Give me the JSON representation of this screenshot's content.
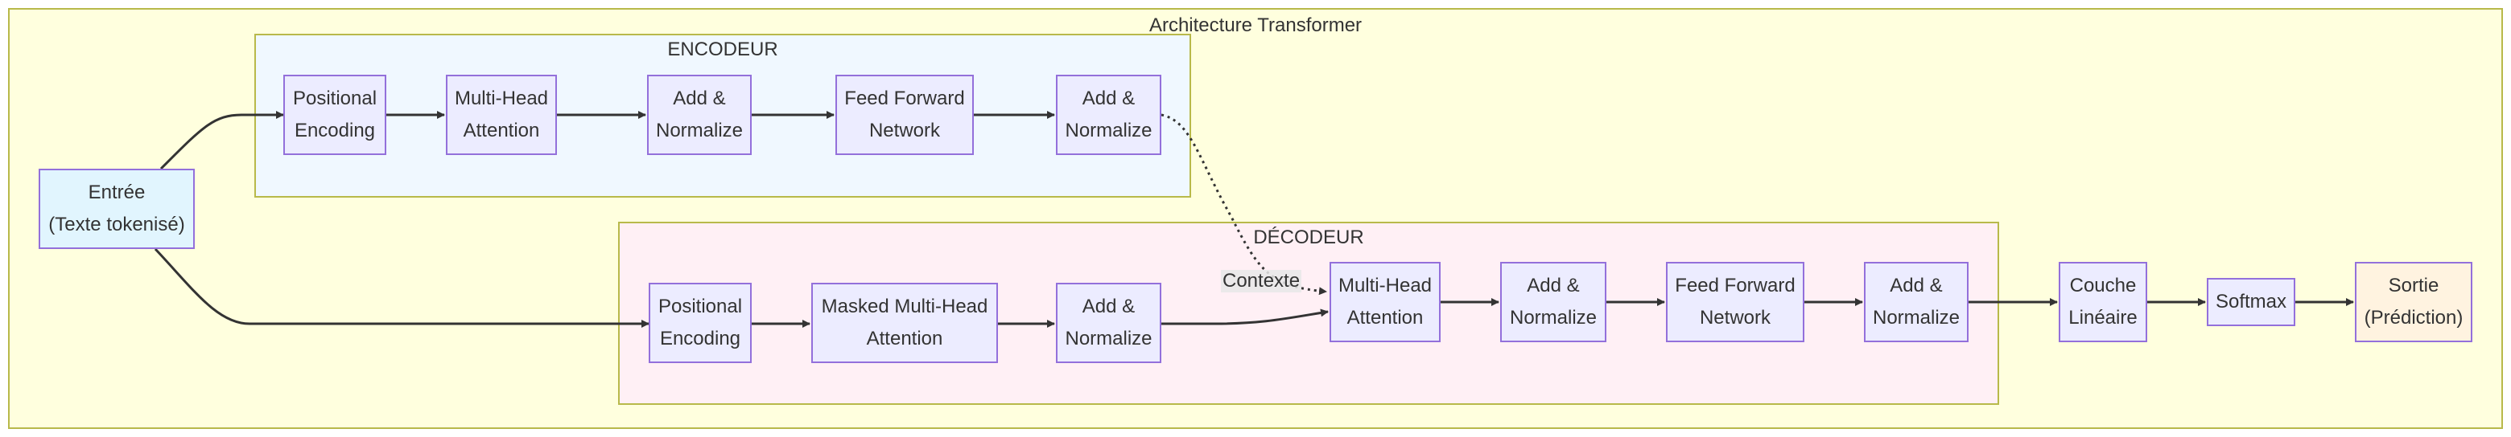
{
  "title": "Architecture Transformer",
  "clusters": {
    "encoder": "ENCODEUR",
    "decoder": "DÉCODEUR"
  },
  "nodes": {
    "input": {
      "line1": "Entrée",
      "line2": "(Texte tokenisé)"
    },
    "enc_pos": {
      "line1": "Positional",
      "line2": "Encoding"
    },
    "enc_mha": {
      "line1": "Multi-Head",
      "line2": "Attention"
    },
    "enc_add1": {
      "line1": "Add &",
      "line2": "Normalize"
    },
    "enc_ff": {
      "line1": "Feed Forward",
      "line2": "Network"
    },
    "enc_add2": {
      "line1": "Add &",
      "line2": "Normalize"
    },
    "dec_pos": {
      "line1": "Positional",
      "line2": "Encoding"
    },
    "dec_masked": {
      "line1": "Masked Multi-Head",
      "line2": "Attention"
    },
    "dec_add1": {
      "line1": "Add &",
      "line2": "Normalize"
    },
    "dec_mha": {
      "line1": "Multi-Head",
      "line2": "Attention"
    },
    "dec_add2": {
      "line1": "Add &",
      "line2": "Normalize"
    },
    "dec_ff": {
      "line1": "Feed Forward",
      "line2": "Network"
    },
    "dec_add3": {
      "line1": "Add &",
      "line2": "Normalize"
    },
    "linear": {
      "line1": "Couche",
      "line2": "Linéaire"
    },
    "softmax": {
      "line1": "Softmax"
    },
    "output": {
      "line1": "Sortie",
      "line2": "(Prédiction)"
    }
  },
  "edge_labels": {
    "context": "Contexte"
  },
  "colors": {
    "outer_bg": "#ffffde",
    "encoder_bg": "#f0f8ff",
    "decoder_bg": "#fff0f5",
    "node_fill": "#ECECFF",
    "node_border": "#9370DB",
    "input_fill": "#e1f5fe",
    "output_fill": "#fff3e0",
    "cluster_border": "#b8b94a",
    "edge": "#333333"
  }
}
